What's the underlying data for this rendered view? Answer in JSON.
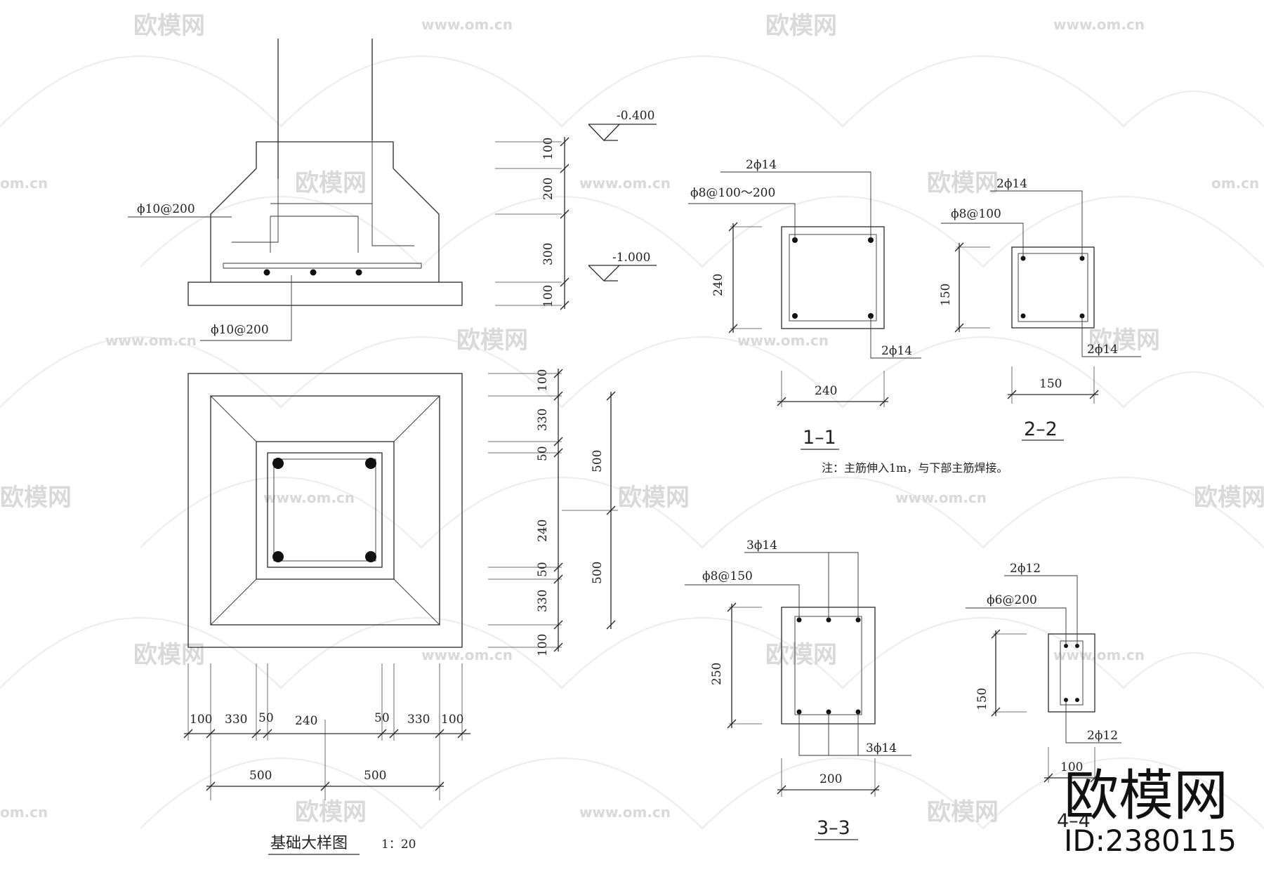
{
  "plan_title": "基础大样图",
  "plan_scale": "1：20",
  "note": "注：主筋伸入1m，与下部主筋焊接。",
  "elevation": {
    "level_top": "-0.400",
    "level_bottom": "-1.000",
    "bar_top": "ϕ10@200",
    "bar_bottom": "ϕ10@200",
    "dims": [
      "100",
      "200",
      "300",
      "100"
    ]
  },
  "plan": {
    "right_dims": [
      "100",
      "330",
      "50",
      "240",
      "50",
      "330",
      "100"
    ],
    "right_totals": [
      "500",
      "500"
    ],
    "bottom_dims": [
      "100",
      "330",
      "50",
      "240",
      "50",
      "330",
      "100"
    ],
    "bottom_totals": [
      "500",
      "500"
    ]
  },
  "sections": [
    {
      "label": "1–1",
      "top_bar": "2ϕ14",
      "stirrup": "ϕ8@100～200",
      "bottom_bar": "2ϕ14",
      "height": "240",
      "width": "240"
    },
    {
      "label": "2–2",
      "top_bar": "2ϕ14",
      "stirrup": "ϕ8@100",
      "bottom_bar": "2ϕ14",
      "height": "150",
      "width": "150"
    },
    {
      "label": "3–3",
      "top_bar": "3ϕ14",
      "stirrup": "ϕ8@150",
      "bottom_bar": "3ϕ14",
      "height": "250",
      "width": "200"
    },
    {
      "label": "4–4",
      "top_bar": "2ϕ12",
      "stirrup": "ϕ6@200",
      "bottom_bar": "2ϕ12",
      "height": "150",
      "width": "100"
    }
  ],
  "watermark": {
    "name": "欧模网",
    "url": "www.om.cn",
    "url_short": "om.cn"
  },
  "brand": {
    "name": "欧模网",
    "id": "ID:2380115"
  }
}
